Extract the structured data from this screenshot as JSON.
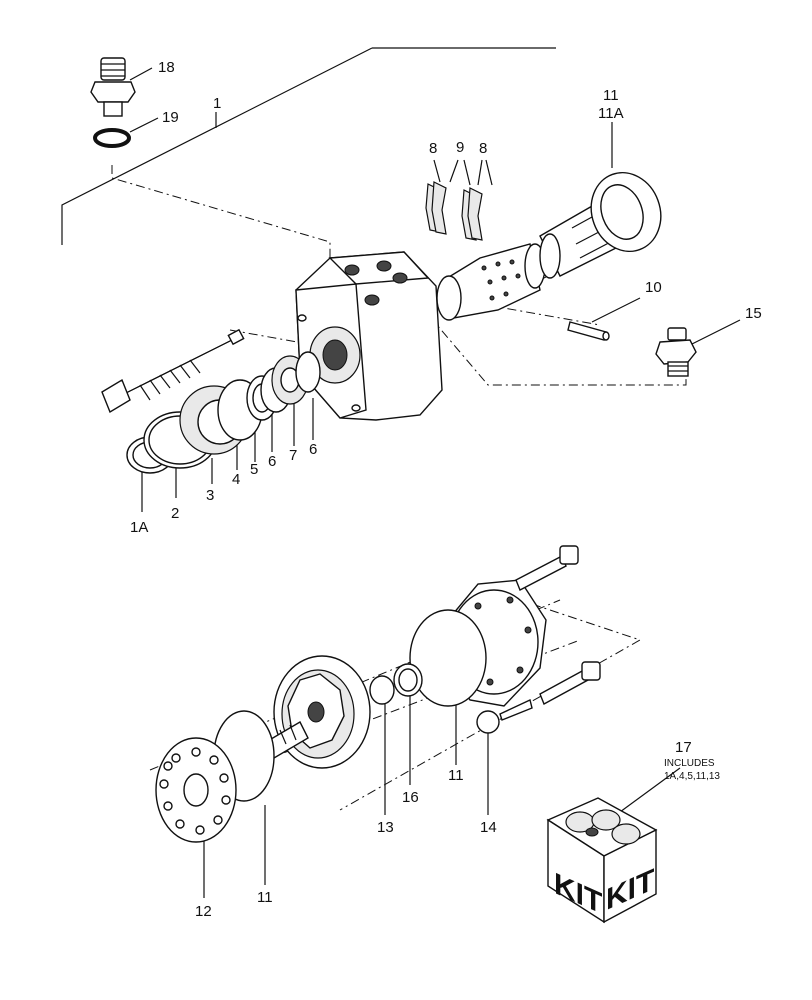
{
  "callouts": {
    "c18": "18",
    "c19": "19",
    "c1": "1",
    "c11_top": "11",
    "c11A": "11A",
    "c8a": "8",
    "c9": "9",
    "c8b": "8",
    "c10": "10",
    "c15": "15",
    "c1A": "1A",
    "c2": "2",
    "c3": "3",
    "c4": "4",
    "c5": "5",
    "c6a": "6",
    "c7": "7",
    "c6b": "6",
    "c17": "17",
    "c11_mid": "11",
    "c13": "13",
    "c16": "16",
    "c14": "14",
    "c12": "12",
    "c11_bot": "11"
  },
  "kit": {
    "includes_label": "INCLUDES",
    "includes_items": "1A,4,5,11,13",
    "face_left": "KIT",
    "face_right": "KIT"
  }
}
